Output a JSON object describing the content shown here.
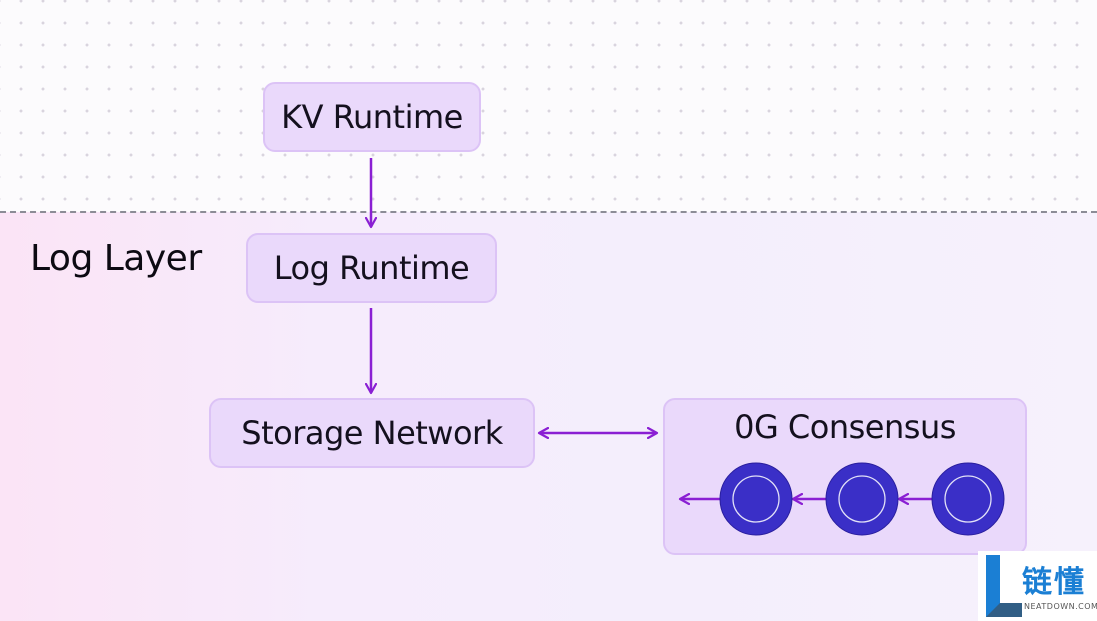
{
  "diagram": {
    "layer_label": "Log Layer",
    "nodes": {
      "kv_runtime": "KV Runtime",
      "log_runtime": "Log Runtime",
      "storage_network": "Storage Network",
      "consensus": "0G Consensus"
    },
    "consensus_node_count": 3
  },
  "watermark": {
    "text": "链懂",
    "subtext": "NEATDOWN.COM"
  },
  "colors": {
    "box_fill": "#ead9fb",
    "box_border": "#dcc3f6",
    "arrow": "#8a1fd3",
    "node_fill": "#3a2fc7",
    "node_ring": "#ffffff",
    "log_layer_bg": "#f4eefc",
    "dash": "#8c8c96"
  }
}
